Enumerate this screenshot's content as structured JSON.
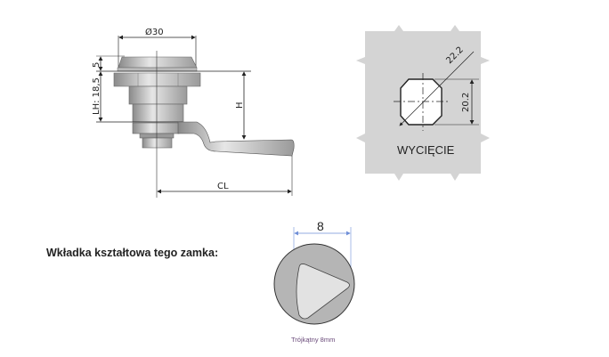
{
  "lock_drawing": {
    "diameter_label": "Ø30",
    "cap_height_label": "5",
    "lh_label": "LH: 18,5",
    "h_label": "H",
    "cl_label": "CL"
  },
  "cutout": {
    "diagonal_label": "22.2",
    "width_label": "20.2",
    "title": "WYCIĘCIE"
  },
  "insert": {
    "heading": "Wkładka kształtowa tego zamka:",
    "size_label": "8",
    "caption": "Trójkątny 8mm"
  },
  "colors": {
    "panel": "#d4d4d4",
    "insert_outer": "#b5b5b5",
    "insert_inner": "#e2e2e2",
    "dim_blue": "#6f8fd8",
    "caption": "#6a4a7a"
  }
}
